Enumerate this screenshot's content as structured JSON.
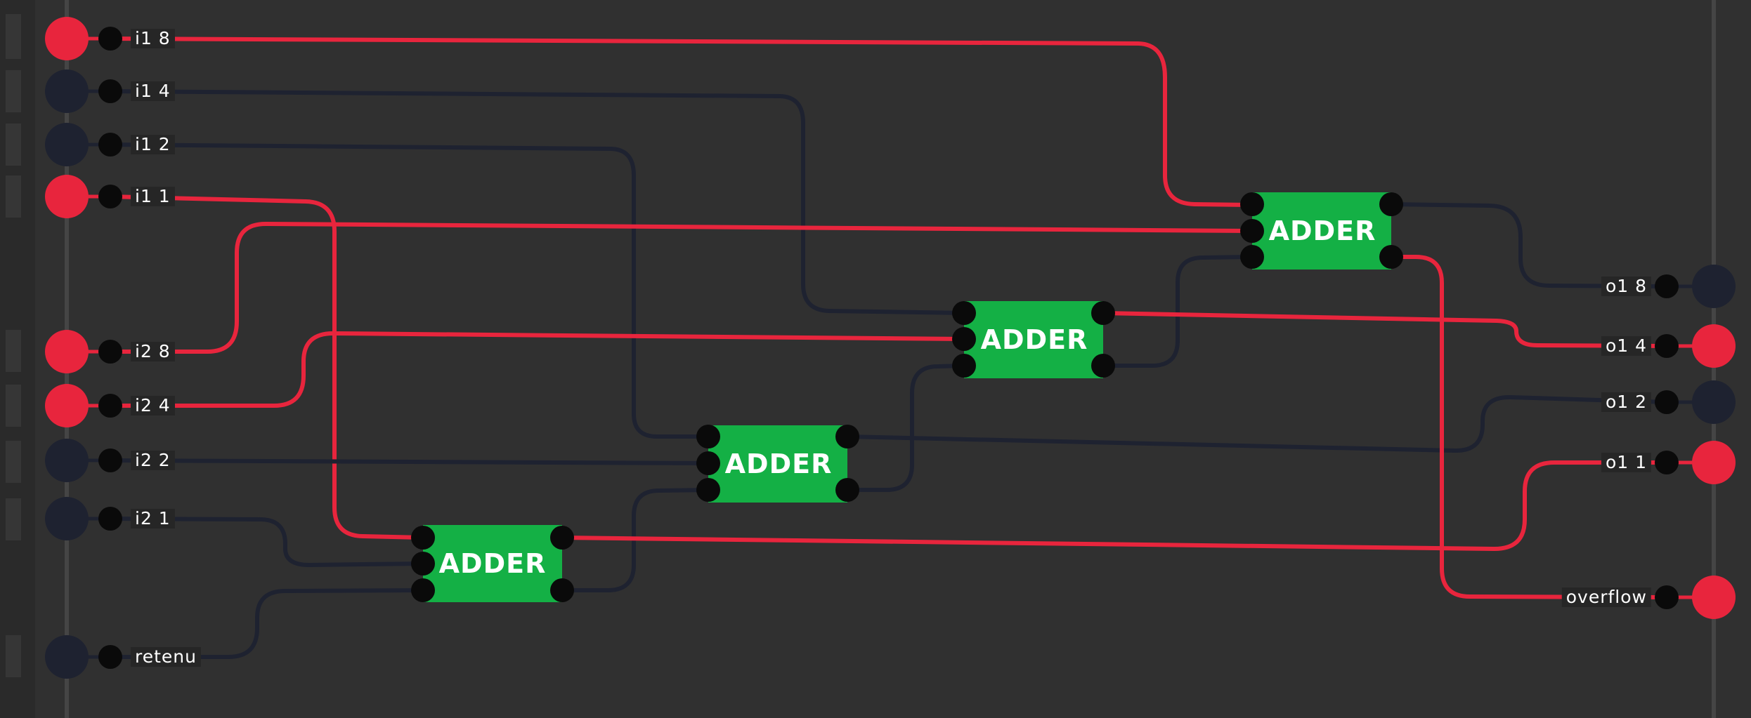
{
  "colors": {
    "background": "#303030",
    "rail_strip": "#2a2a2a",
    "rail_line": "#454545",
    "wire_on": "#e8253d",
    "wire_off": "#1e2230",
    "node_on": "#e8253d",
    "node_off": "#1e2230",
    "gate_fill": "#14b045",
    "pin": "#0a0a0a",
    "label_bg": "#262626",
    "label_text": "#ffffff"
  },
  "inputs": [
    {
      "id": "i1_8",
      "label": "i1 8",
      "on": true
    },
    {
      "id": "i1_4",
      "label": "i1 4",
      "on": false
    },
    {
      "id": "i1_2",
      "label": "i1 2",
      "on": false
    },
    {
      "id": "i1_1",
      "label": "i1 1",
      "on": true
    },
    {
      "id": "i2_8",
      "label": "i2 8",
      "on": true
    },
    {
      "id": "i2_4",
      "label": "i2 4",
      "on": true
    },
    {
      "id": "i2_2",
      "label": "i2 2",
      "on": false
    },
    {
      "id": "i2_1",
      "label": "i2 1",
      "on": false
    },
    {
      "id": "retenu",
      "label": "retenu",
      "on": false
    }
  ],
  "outputs": [
    {
      "id": "o1_8",
      "label": "o1 8",
      "on": false
    },
    {
      "id": "o1_4",
      "label": "o1 4",
      "on": true
    },
    {
      "id": "o1_2",
      "label": "o1 2",
      "on": false
    },
    {
      "id": "o1_1",
      "label": "o1 1",
      "on": true
    },
    {
      "id": "overflow",
      "label": "overflow",
      "on": true
    }
  ],
  "gates": [
    {
      "id": "adder-1",
      "label": "ADDER"
    },
    {
      "id": "adder-2",
      "label": "ADDER"
    },
    {
      "id": "adder-3",
      "label": "ADDER"
    },
    {
      "id": "adder-4",
      "label": "ADDER"
    }
  ]
}
